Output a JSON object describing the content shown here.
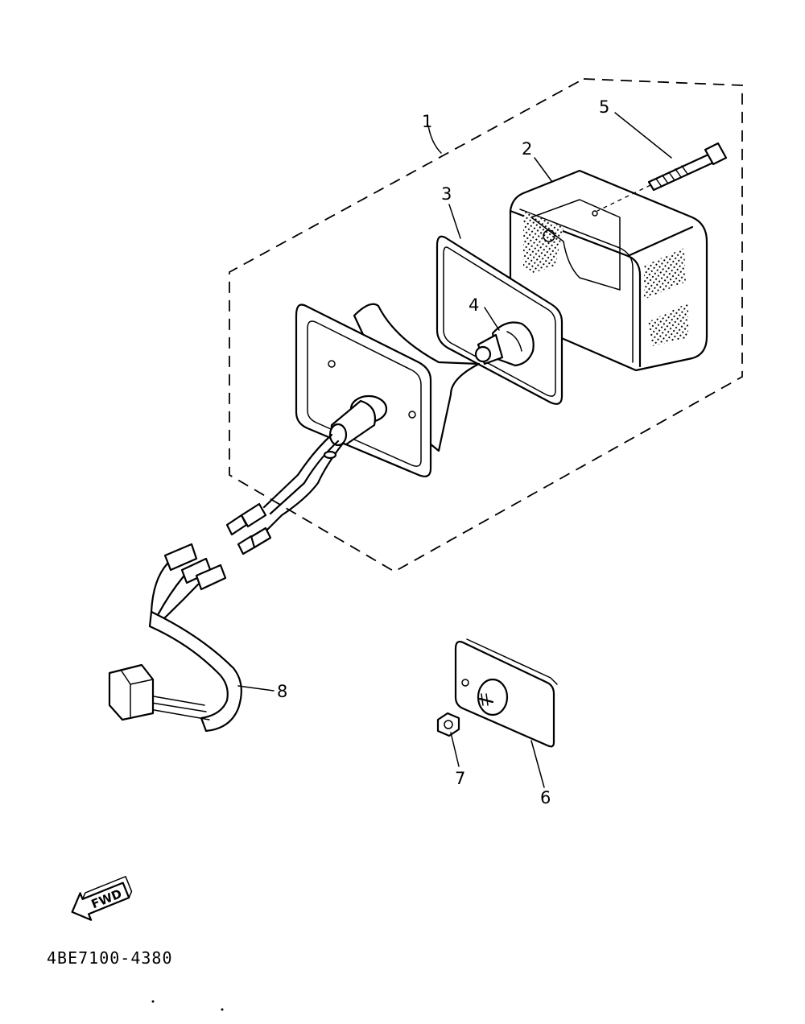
{
  "diagram": {
    "part_code": "4BE7100-4380",
    "direction_label": "FWD",
    "callouts": [
      {
        "id": "c1",
        "label": "1"
      },
      {
        "id": "c2",
        "label": "2"
      },
      {
        "id": "c3",
        "label": "3"
      },
      {
        "id": "c4",
        "label": "4"
      },
      {
        "id": "c5",
        "label": "5"
      },
      {
        "id": "c6",
        "label": "6"
      },
      {
        "id": "c7",
        "label": "7"
      },
      {
        "id": "c8",
        "label": "8"
      }
    ]
  }
}
